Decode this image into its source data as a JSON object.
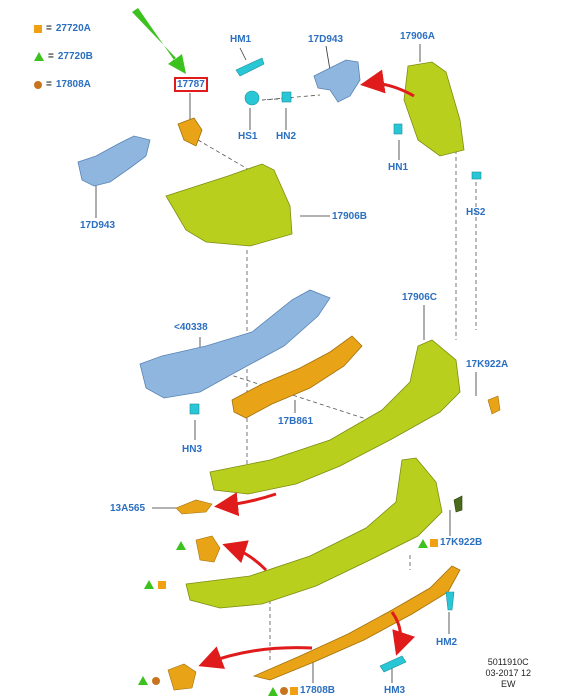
{
  "legend": [
    {
      "symbol": "square",
      "code": "27720A"
    },
    {
      "symbol": "triangle",
      "code": "27720B"
    },
    {
      "symbol": "circle",
      "code": "17808A"
    }
  ],
  "labels": {
    "p17787": "17787",
    "hm1": "HM1",
    "p17d943_top": "17D943",
    "p17906a": "17906A",
    "hs1": "HS1",
    "hn2": "HN2",
    "hn1": "HN1",
    "hs2": "HS2",
    "p17d943_left": "17D943",
    "p17906b": "17906B",
    "p17906c": "17906C",
    "p40338": "<40338",
    "p17k922a": "17K922A",
    "p17b861": "17B861",
    "hn3_left": "HN3",
    "p13a565": "13A565",
    "p17k922b": "17K922B",
    "hm2": "HM2",
    "hm3": "HM3",
    "p17808b": "17808B"
  },
  "footer": {
    "code": "5011910C",
    "date": "03-2017 12",
    "region": "EW"
  },
  "colors": {
    "label": "#2b6fc0",
    "bumper": "#b9cf1e",
    "bracket_blue": "#8fb6de",
    "amber": "#e8a317",
    "arrow_red": "#e01b1b",
    "arrow_green": "#3cc21e",
    "fastener": "#29c7d6"
  }
}
